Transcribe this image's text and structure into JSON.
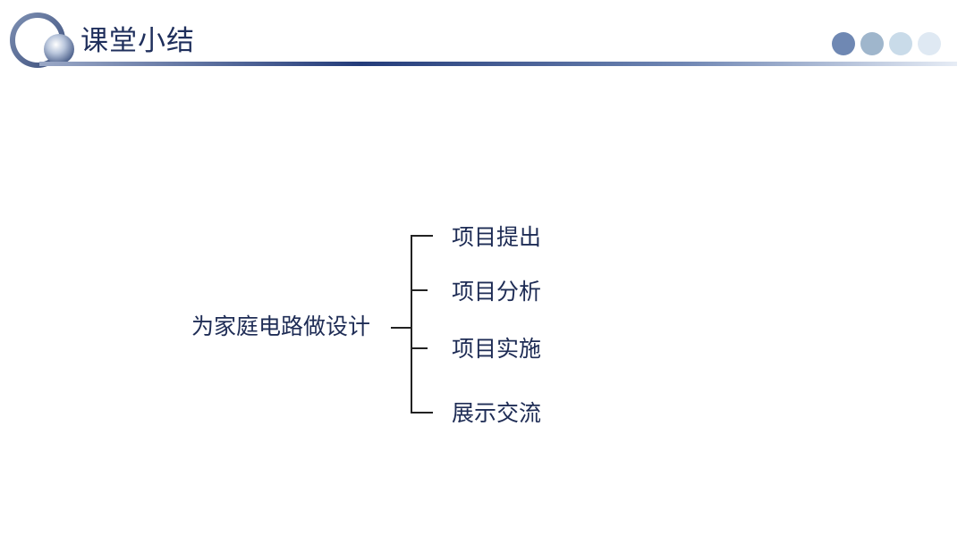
{
  "header": {
    "title": "课堂小结",
    "logo_icon": "ring-sphere-logo-icon",
    "progress_dots_colors": [
      "#6f88b3",
      "#9fb6cc",
      "#c9dbe9",
      "#dfe9f3"
    ]
  },
  "diagram": {
    "root": "为家庭电路做设计",
    "branches": [
      "项目提出",
      "项目分析",
      "项目实施",
      "展示交流"
    ]
  },
  "colors": {
    "title": "#1f2f5c",
    "text": "#1e2c55",
    "connector": "#222222",
    "rule_dark": "#243c7a"
  }
}
